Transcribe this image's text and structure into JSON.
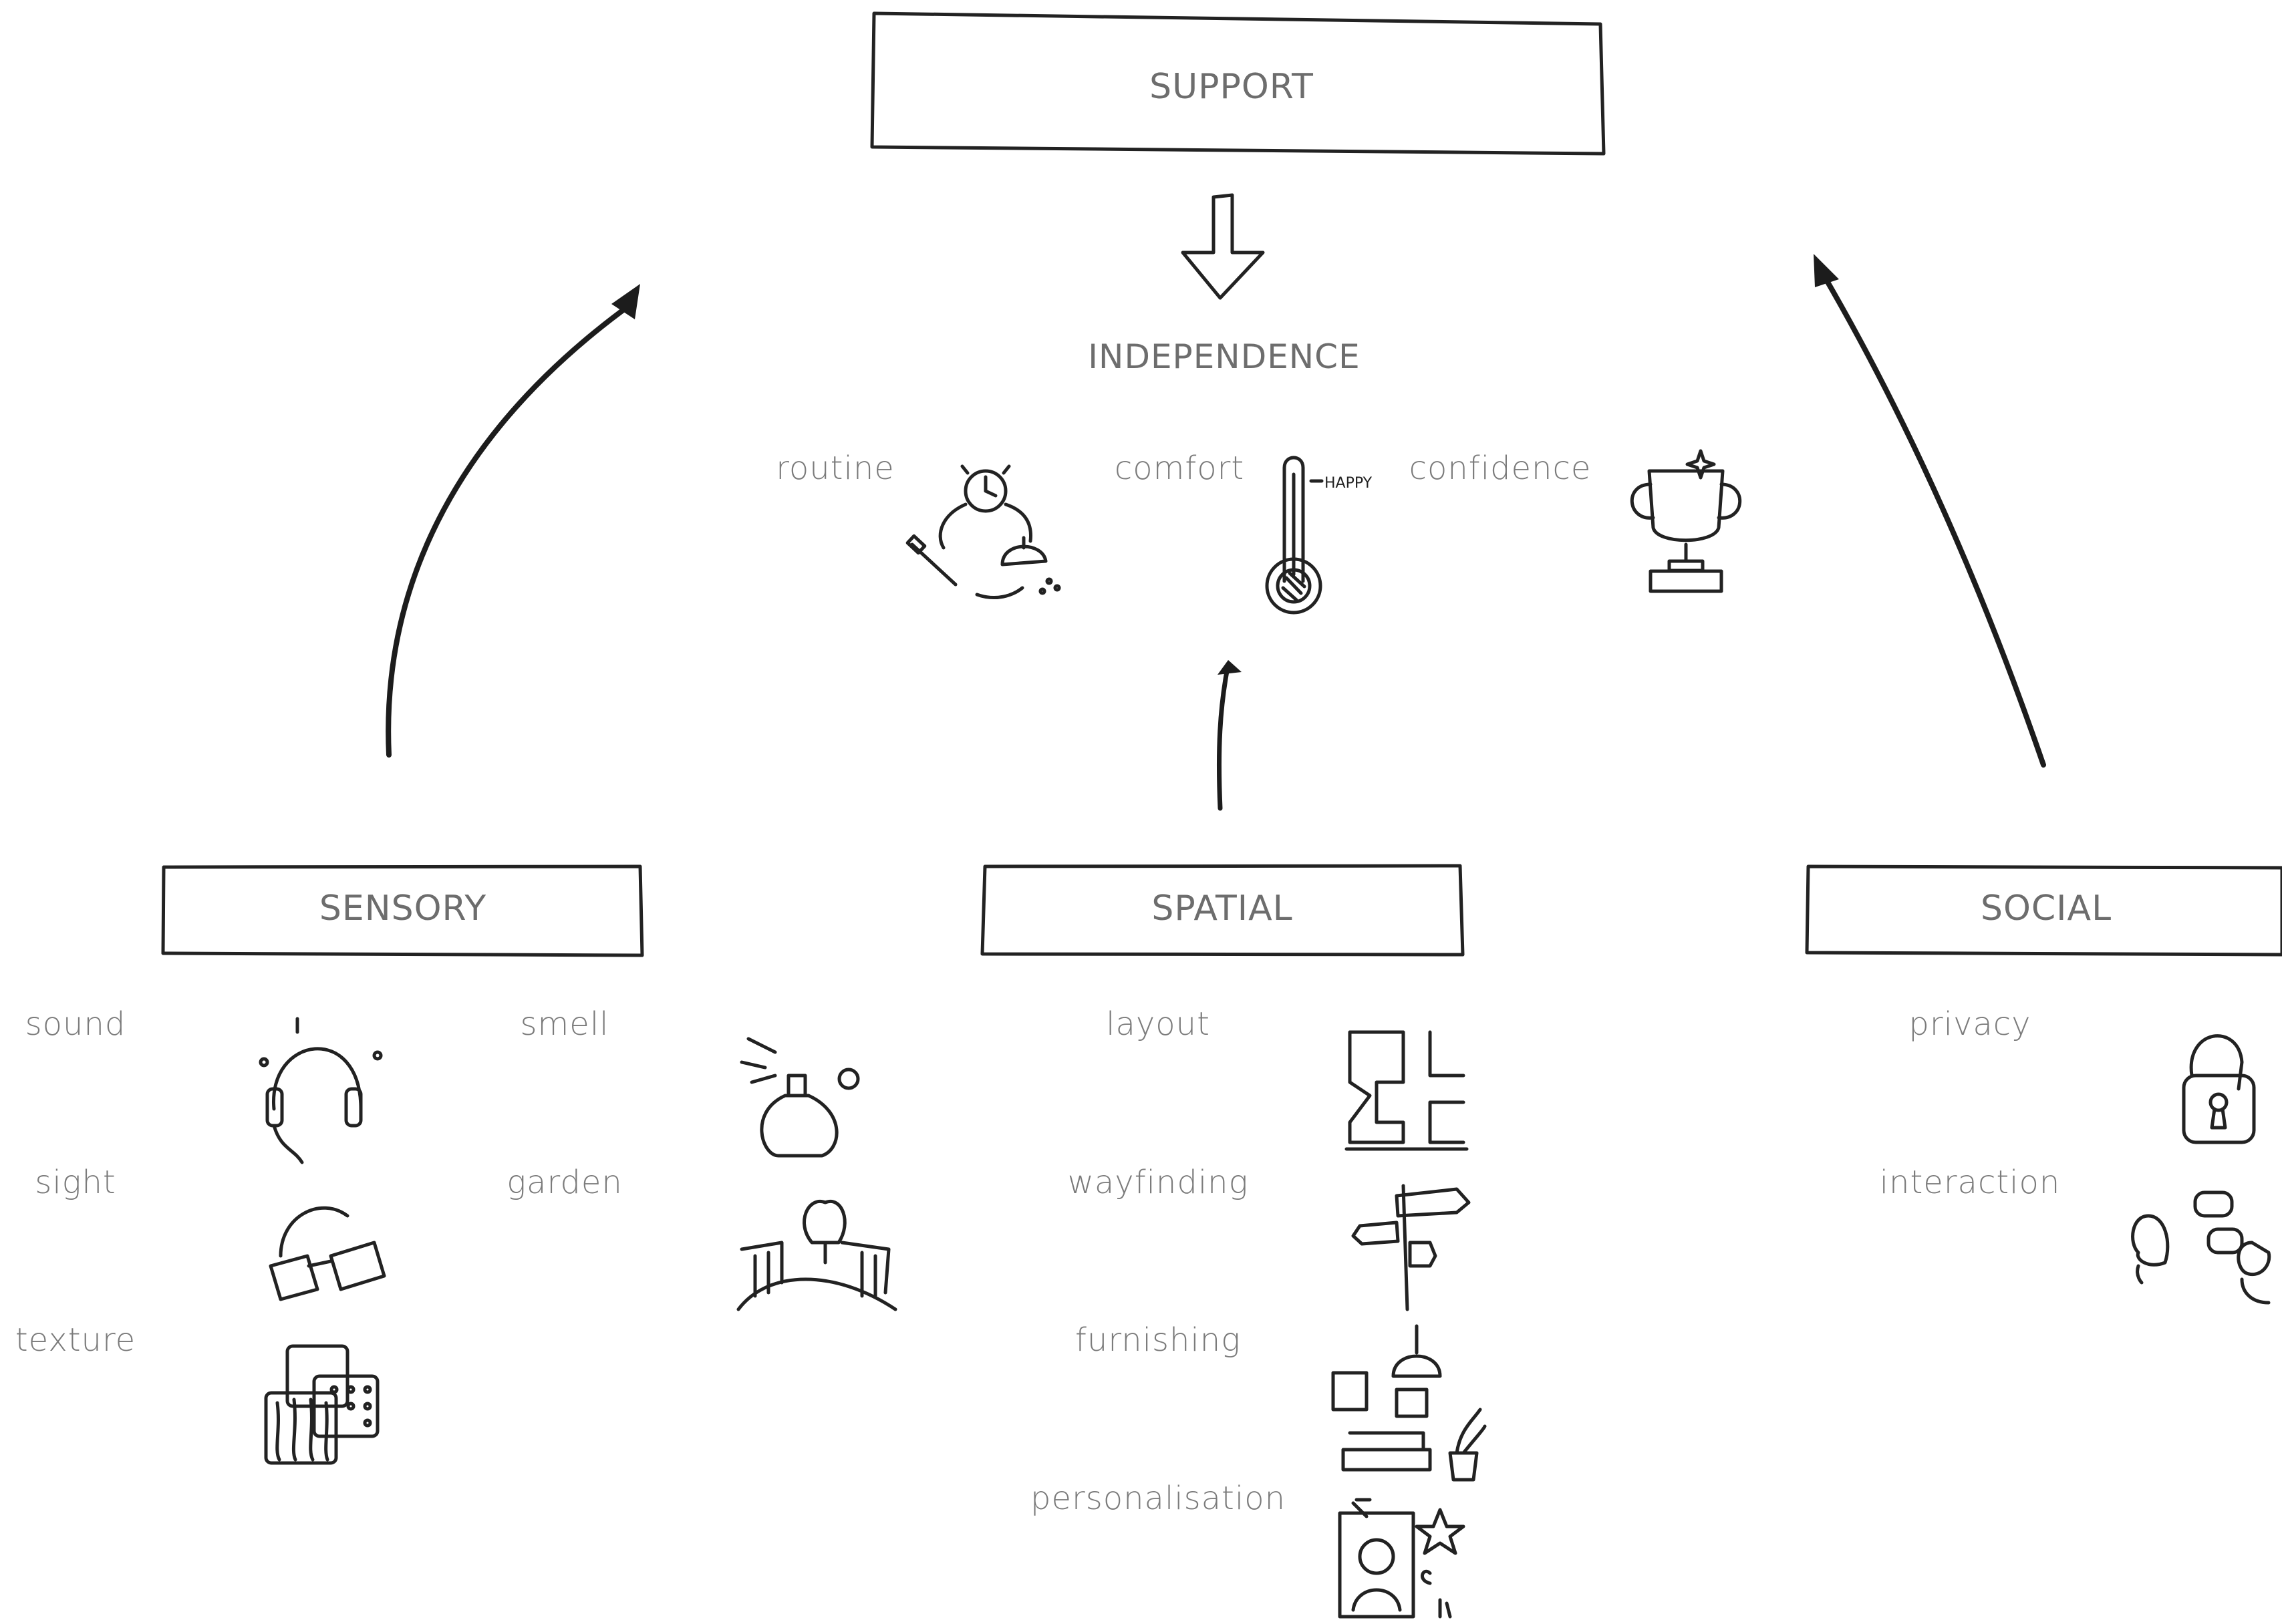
{
  "nodes": {
    "support": "SUPPORT",
    "independence": "INDEPENDENCE",
    "sensory": "SENSORY",
    "spatial": "SPATIAL",
    "social": "SOCIAL"
  },
  "independence_items": [
    "routine",
    "comfort",
    "confidence"
  ],
  "thermometer_label": "HAPPY",
  "sensory_items": [
    "sound",
    "smell",
    "sight",
    "garden",
    "texture"
  ],
  "spatial_items": [
    "layout",
    "wayfinding",
    "furnishing",
    "personalisation"
  ],
  "social_items": [
    "privacy",
    "interaction"
  ],
  "icons": {
    "routine": "routine-cycle-icon",
    "comfort": "thermometer-icon",
    "confidence": "trophy-icon",
    "sound": "headphones-icon",
    "smell": "perfume-bottle-icon",
    "sight": "glasses-icon",
    "garden": "garden-bridge-icon",
    "texture": "fabric-swatches-icon",
    "layout": "floor-plan-icon",
    "wayfinding": "signpost-icon",
    "furnishing": "living-room-icon",
    "personalisation": "photo-pinboard-icon",
    "privacy": "padlock-icon",
    "interaction": "conversation-icon"
  },
  "colors": {
    "stroke": "#1c1c1c",
    "text": "#7b7b7b"
  }
}
